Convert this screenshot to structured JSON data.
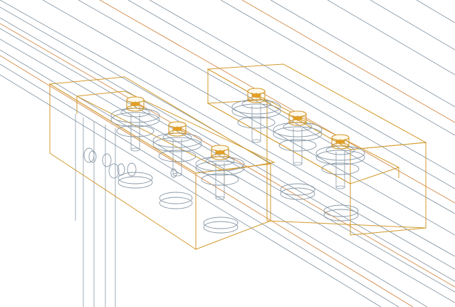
{
  "view": {
    "render_mode": "wireframe",
    "background": "#ffffff"
  },
  "colors": {
    "model_edges": "#8a9aa8",
    "selected_edges": "#d29a2e",
    "rail_orange": "#d28a4a",
    "screw_fill": "#e8a020"
  },
  "assembly": {
    "left_block_screw_count": 3,
    "right_block_screw_count": 3
  }
}
